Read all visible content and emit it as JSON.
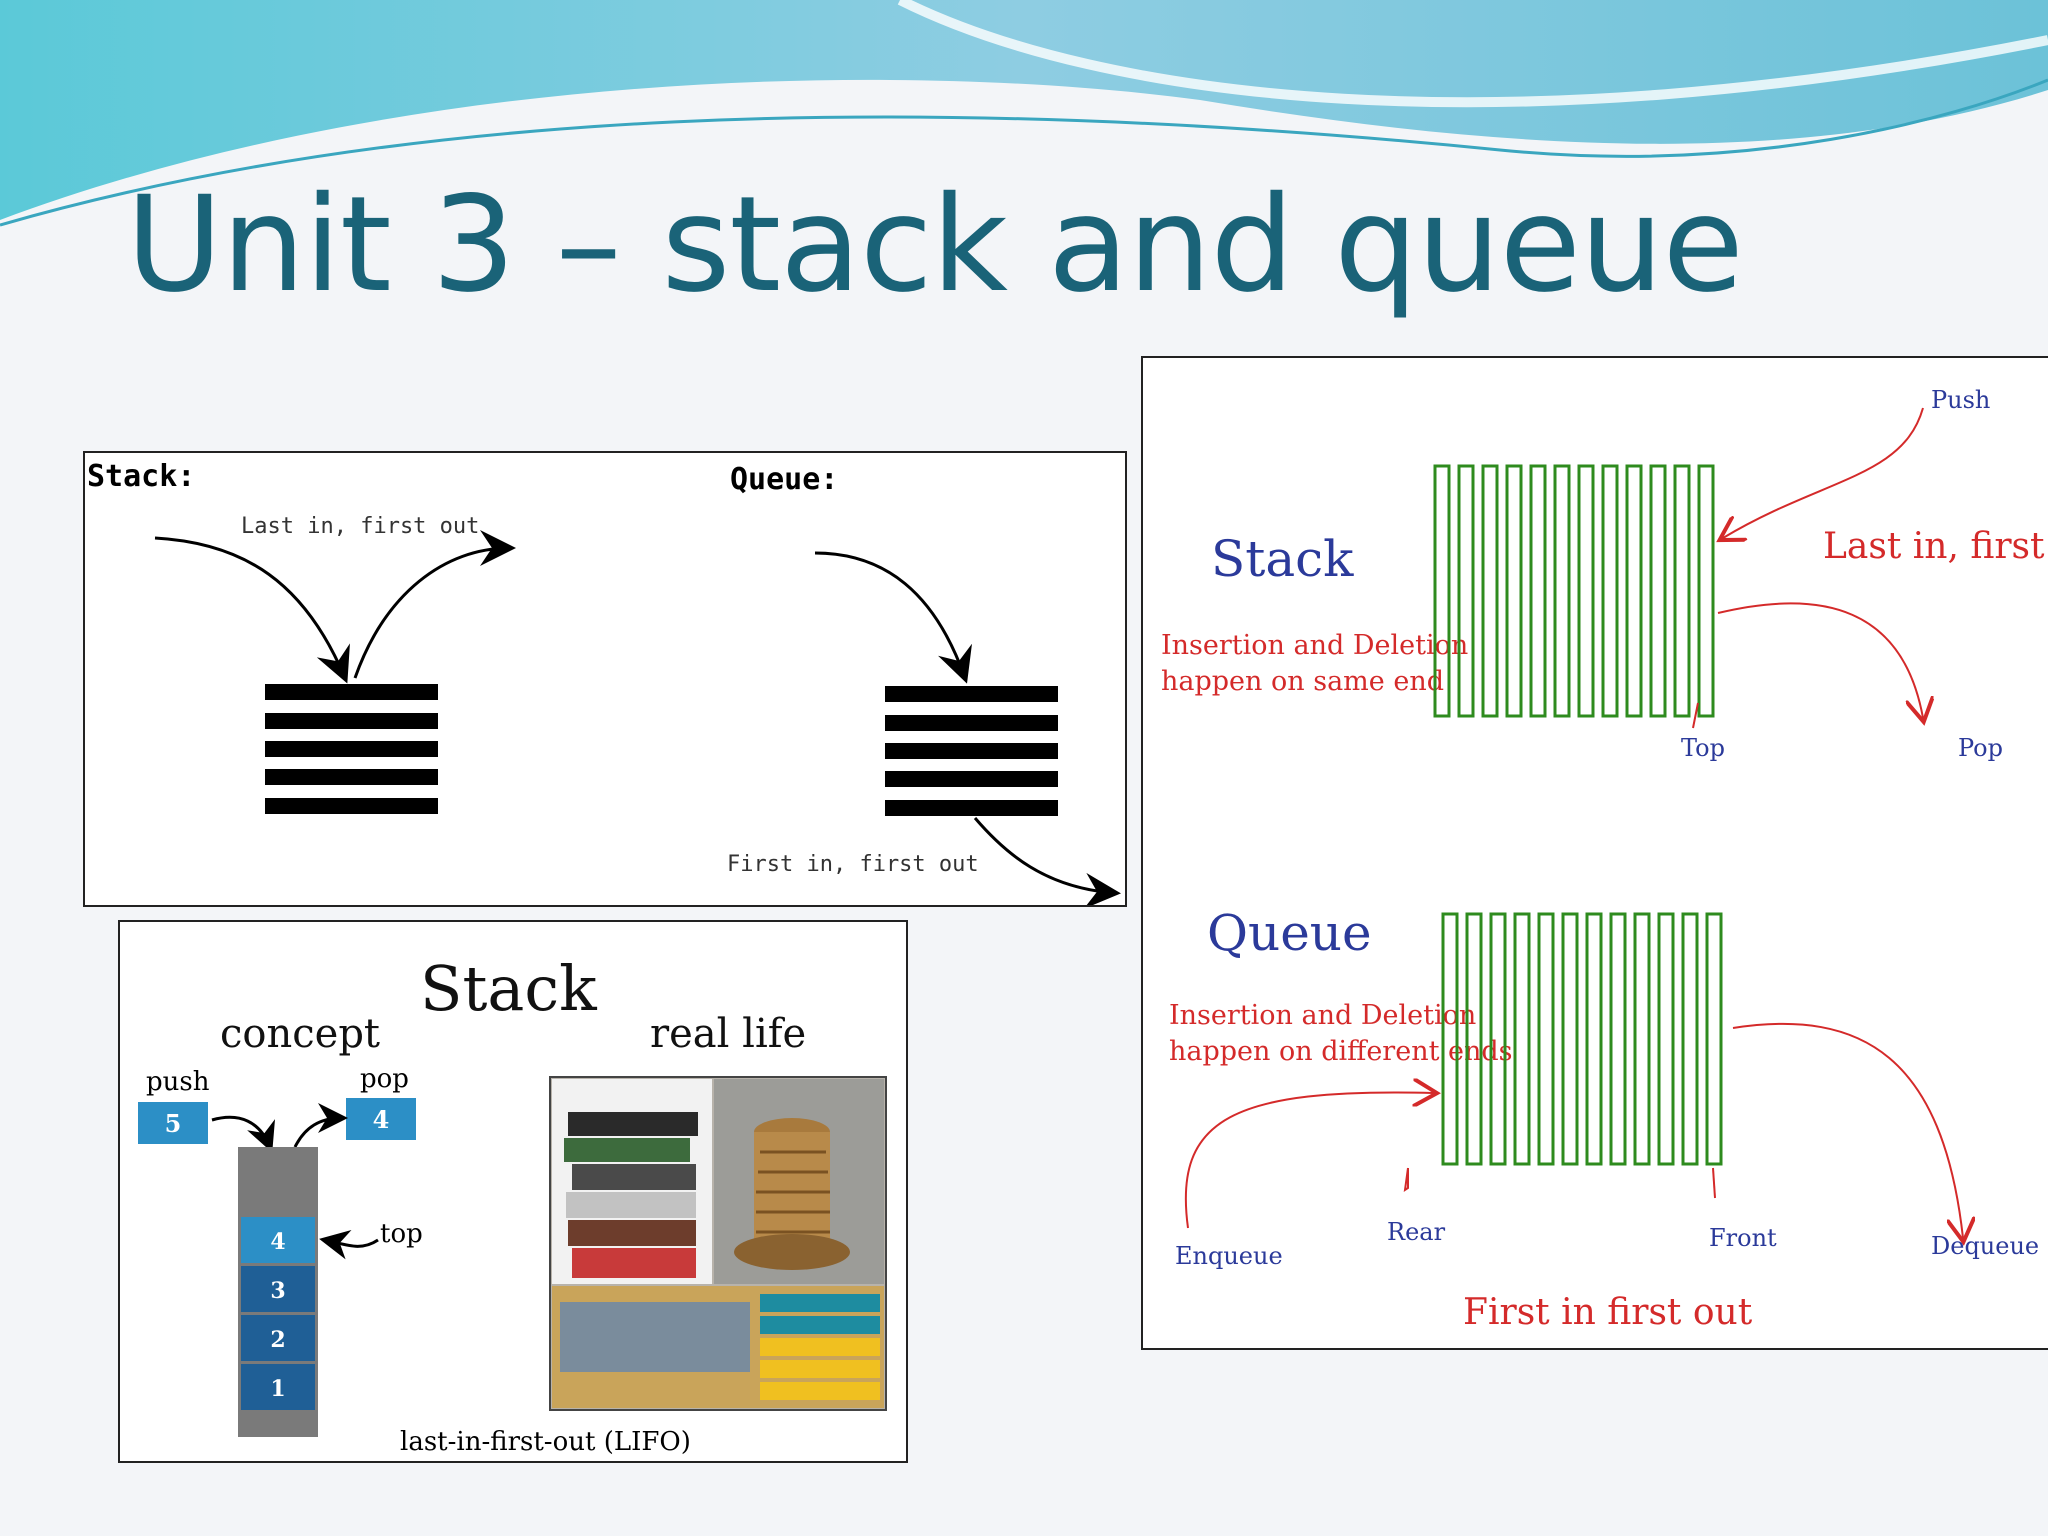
{
  "slide": {
    "title": "Unit 3 – stack and queue"
  },
  "diagram1": {
    "stack_label": "Stack:",
    "stack_caption": "Last in, first out",
    "queue_label": "Queue:",
    "queue_caption": "First in, first out"
  },
  "diagram2": {
    "heading": "Stack",
    "concept": "concept",
    "real_life": "real life",
    "push": "push",
    "pop": "pop",
    "push_value": "5",
    "pop_value": "4",
    "top": "top",
    "cells": [
      "4",
      "3",
      "2",
      "1"
    ],
    "footer": "last-in-first-out (LIFO)"
  },
  "diagram3": {
    "stack": {
      "title": "Stack",
      "desc_line1": "Insertion and Deletion",
      "desc_line2": "happen on same end",
      "push": "Push",
      "lifo": "Last in, first out",
      "top": "Top",
      "pop": "Pop"
    },
    "queue": {
      "title": "Queue",
      "desc_line1": "Insertion and Deletion",
      "desc_line2": "happen on different ends",
      "enqueue": "Enqueue",
      "rear": "Rear",
      "front": "Front",
      "dequeue": "Dequeue",
      "fifo": "First in first out"
    }
  },
  "colors": {
    "title": "#1a6378",
    "stack_bar": "#000000",
    "outline_green": "#2e8b1e",
    "annotation_red": "#d42a2a",
    "annotation_blue": "#2b3a9a",
    "cell_blue": "#1f5f96",
    "push_box": "#2c8fc6"
  }
}
